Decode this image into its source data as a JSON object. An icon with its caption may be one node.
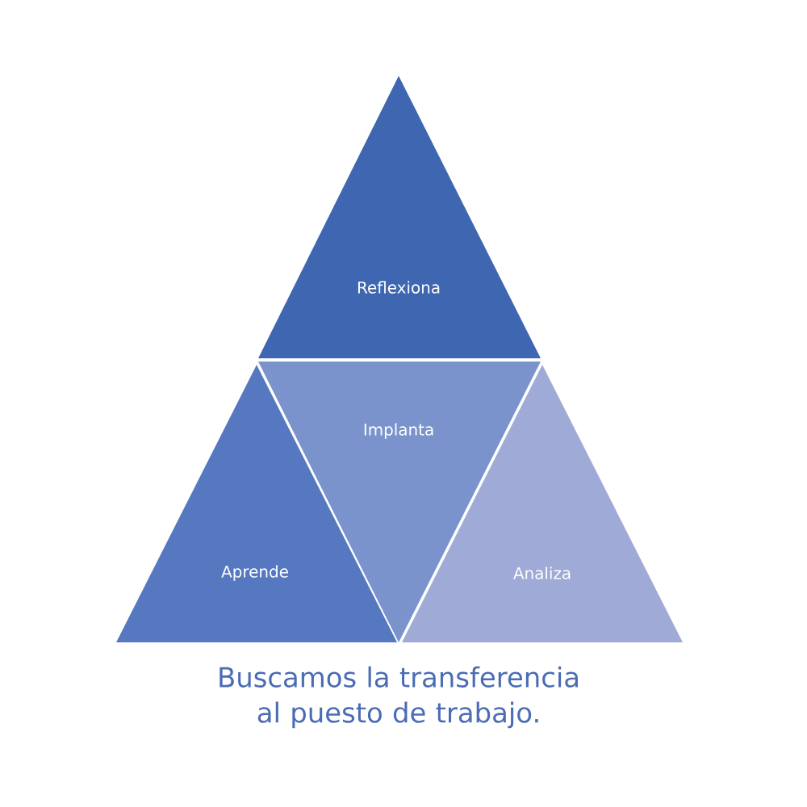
{
  "diagram": {
    "caption": "Buscamos  la transferencia al puesto de trabajo.",
    "nodes": [
      {
        "text": [
          "Reflexiona"
        ]
      },
      {
        "text": [
          "Implanta"
        ]
      },
      {
        "text": [
          "Aprende"
        ]
      },
      {
        "text": [
          "Analiza"
        ]
      }
    ]
  }
}
